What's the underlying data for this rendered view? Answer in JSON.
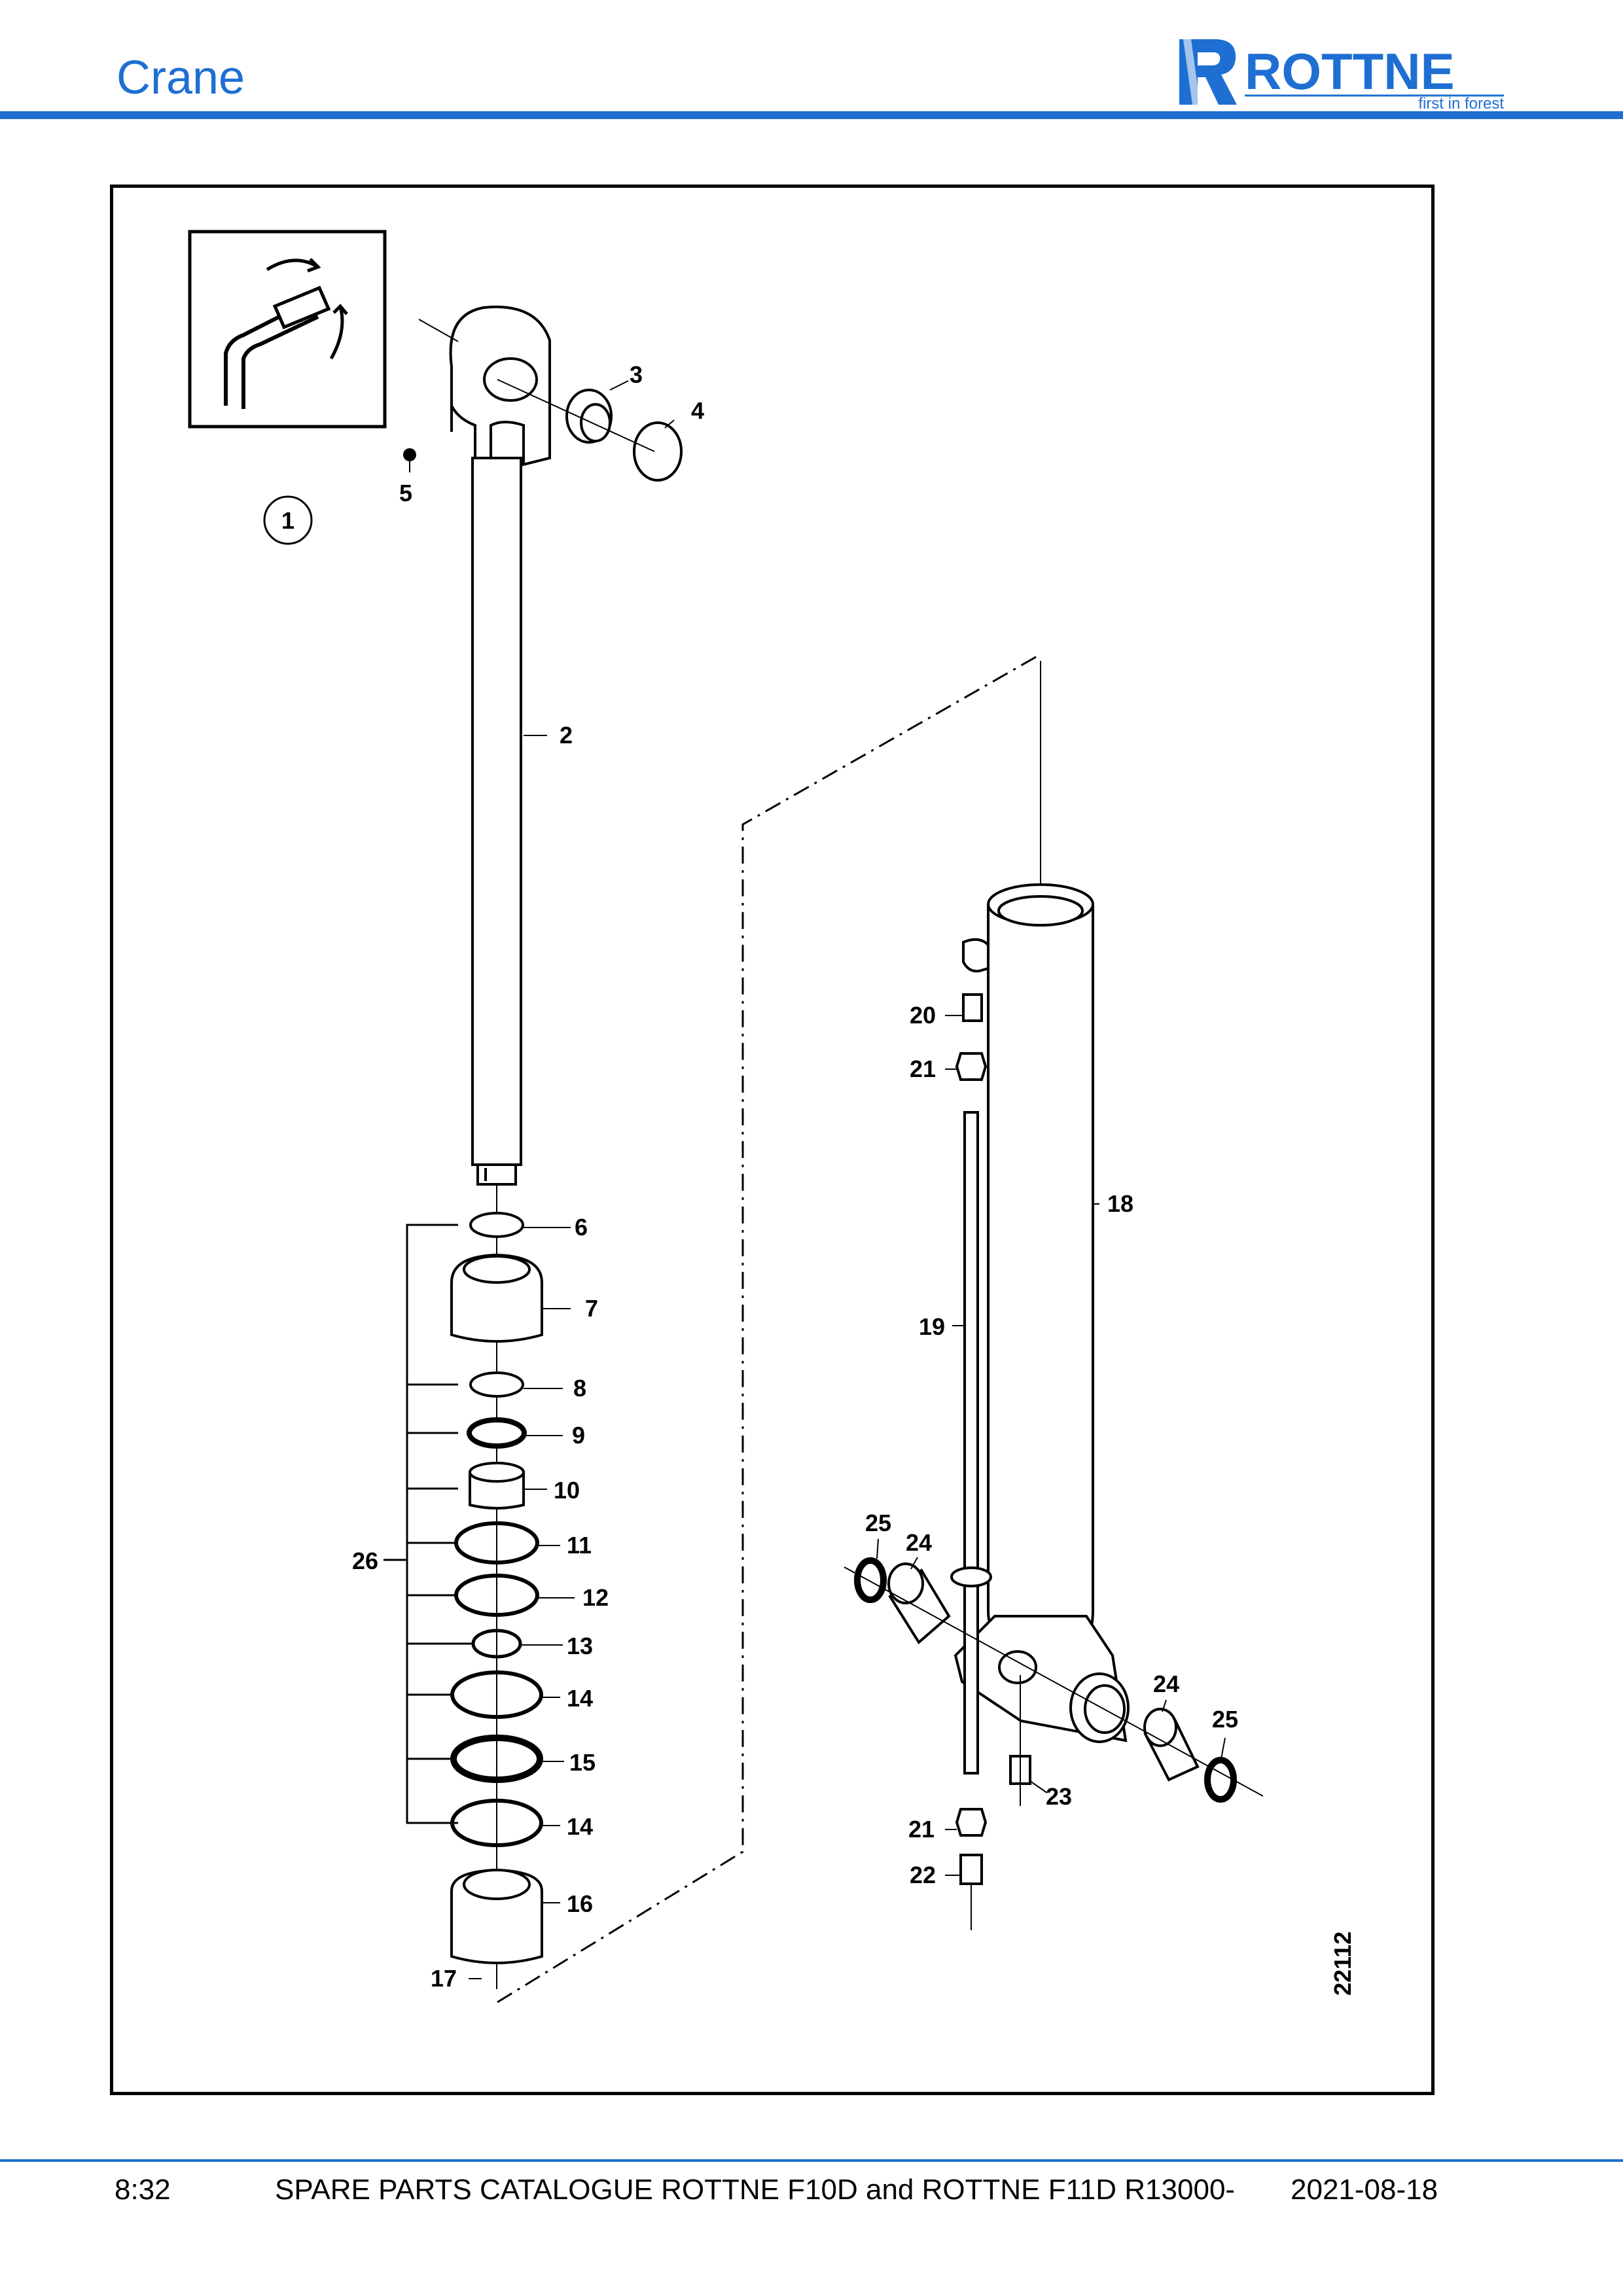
{
  "header": {
    "title": "Crane",
    "logo_text": "ROTTNE",
    "logo_tagline": "first in forest",
    "accent_color": "#1e6fd1"
  },
  "figure": {
    "icon": "crane-boom-icon",
    "group_marker": "1",
    "drawing_number": "22112",
    "callouts": [
      "2",
      "3",
      "4",
      "5",
      "6",
      "7",
      "8",
      "9",
      "10",
      "11",
      "12",
      "13",
      "14",
      "15",
      "14",
      "16",
      "17",
      "18",
      "19",
      "20",
      "21",
      "21",
      "22",
      "23",
      "24",
      "24",
      "25",
      "25",
      "26"
    ]
  },
  "footer": {
    "page": "8:32",
    "catalogue_title": "SPARE PARTS CATALOGUE ROTTNE F10D and ROTTNE F11D R13000-",
    "date": "2021-08-18"
  }
}
